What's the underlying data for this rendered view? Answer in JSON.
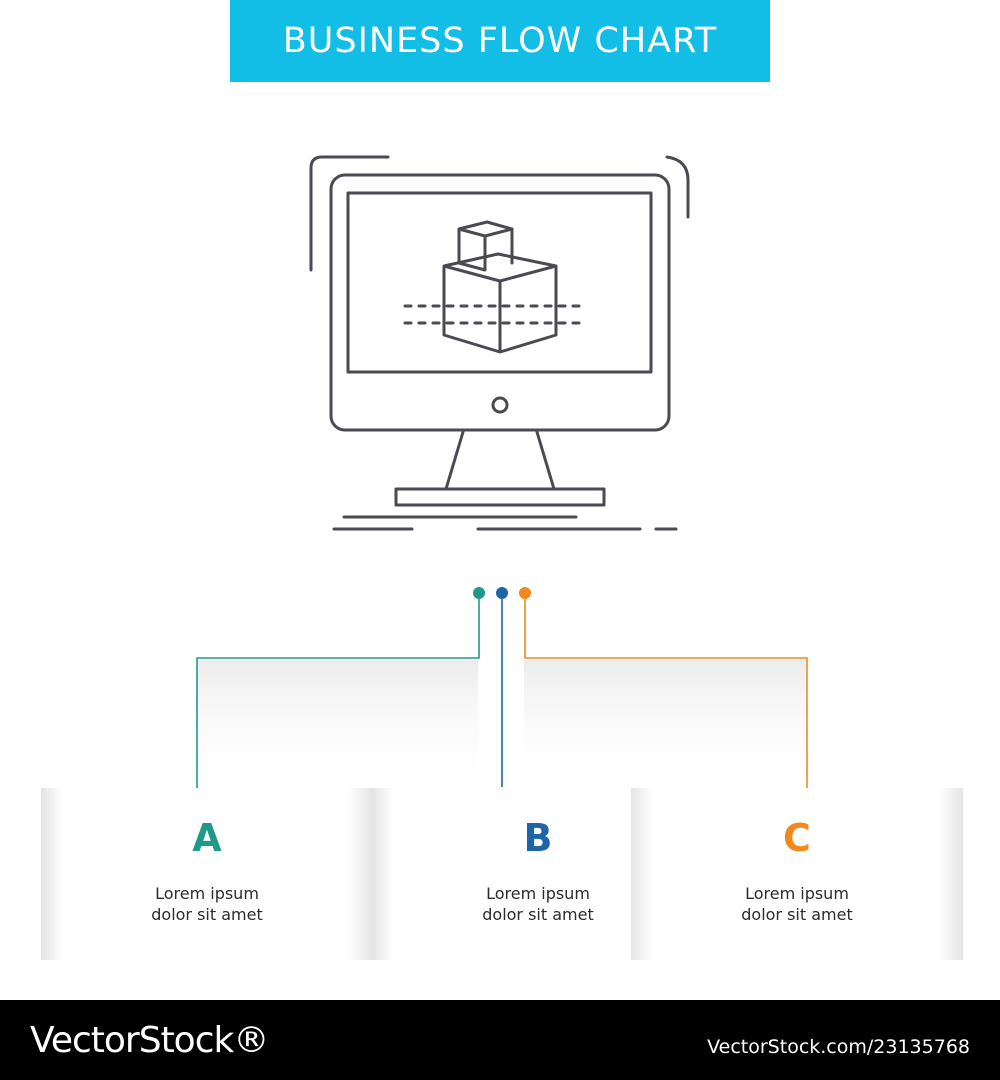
{
  "title": "BUSINESS FLOW CHART",
  "colors": {
    "banner": "#12bde6",
    "icon_stroke": "#4a4a52",
    "teal": "#1f9a8a",
    "blue": "#1d64a8",
    "orange": "#f08a1c"
  },
  "icon": {
    "name": "3d-monitor-icon"
  },
  "steps": [
    {
      "letter": "A",
      "line1": "Lorem ipsum",
      "line2": "dolor sit amet",
      "color": "#1f9a8a"
    },
    {
      "letter": "B",
      "line1": "Lorem ipsum",
      "line2": "dolor sit amet",
      "color": "#1d64a8"
    },
    {
      "letter": "C",
      "line1": "Lorem ipsum",
      "line2": "dolor sit amet",
      "color": "#f08a1c"
    }
  ],
  "footer": {
    "brand": "VectorStock®",
    "image_id": "VectorStock.com/23135768"
  }
}
